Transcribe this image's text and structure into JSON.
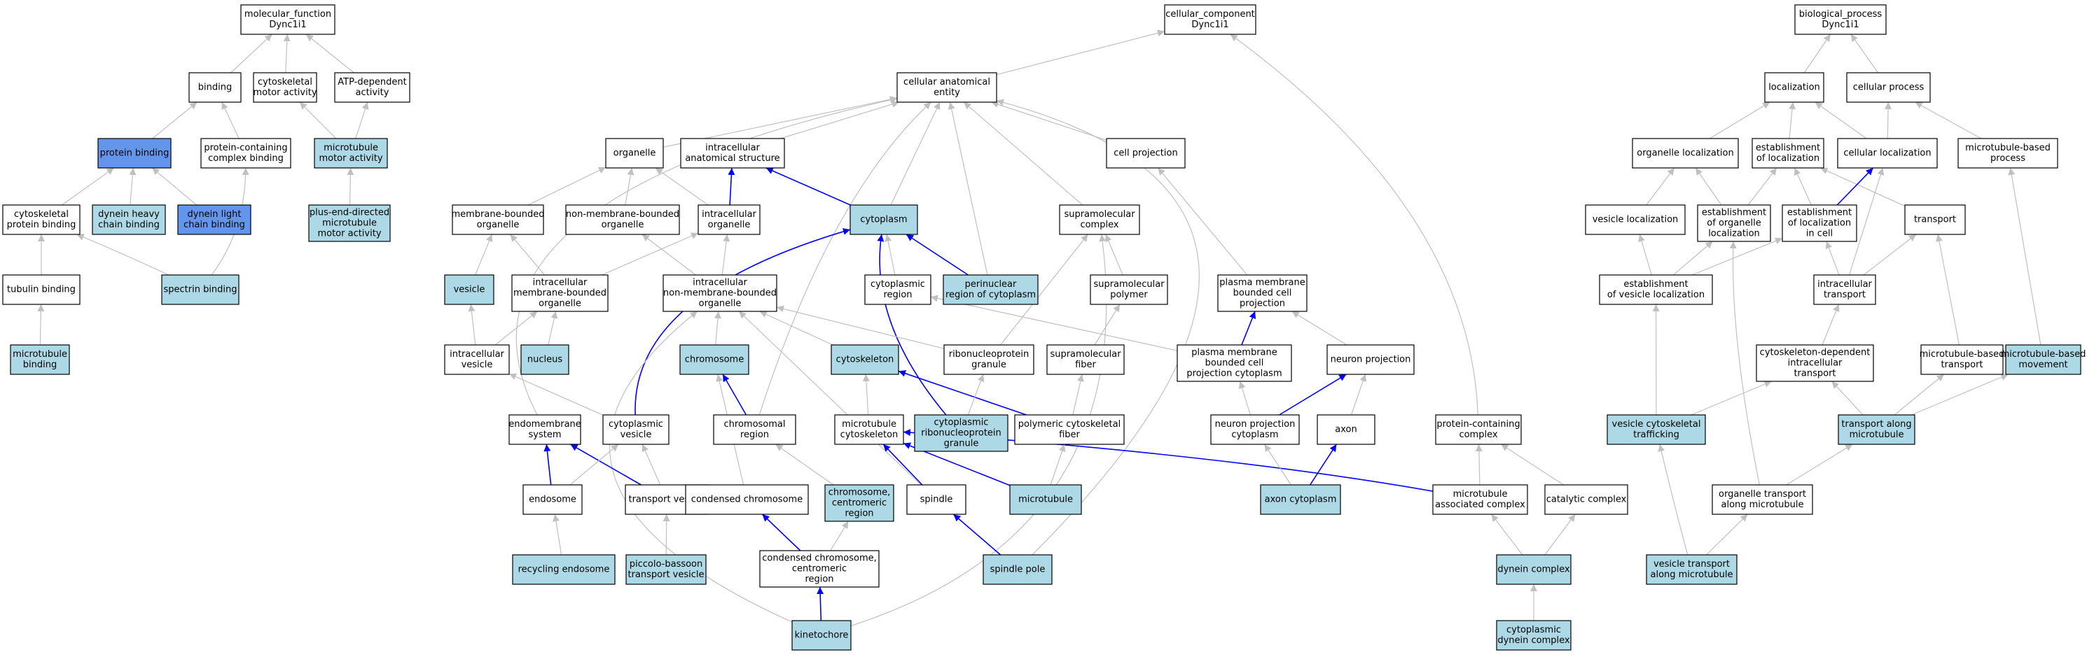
{
  "colors": {
    "plain": "#ffffff",
    "light": "#add8e6",
    "dark": "#6495ed",
    "edge_gray": "#c0c0c0",
    "edge_blue": "#0000ff"
  },
  "nodes": [
    {
      "id": "mf",
      "lines": [
        "molecular_function",
        "Dync1i1"
      ],
      "fill": "plain"
    },
    {
      "id": "binding",
      "lines": [
        "binding"
      ],
      "fill": "plain"
    },
    {
      "id": "cma",
      "lines": [
        "cytoskeletal",
        "motor activity"
      ],
      "fill": "plain"
    },
    {
      "id": "atp",
      "lines": [
        "ATP-dependent",
        "activity"
      ],
      "fill": "plain"
    },
    {
      "id": "pb",
      "lines": [
        "protein binding"
      ],
      "fill": "dark"
    },
    {
      "id": "pccb",
      "lines": [
        "protein-containing",
        "complex binding"
      ],
      "fill": "plain"
    },
    {
      "id": "mma",
      "lines": [
        "microtubule",
        "motor activity"
      ],
      "fill": "light"
    },
    {
      "id": "cpb",
      "lines": [
        "cytoskeletal",
        "protein binding"
      ],
      "fill": "plain"
    },
    {
      "id": "dhcb",
      "lines": [
        "dynein heavy",
        "chain binding"
      ],
      "fill": "light"
    },
    {
      "id": "dlcb",
      "lines": [
        "dynein light",
        "chain binding"
      ],
      "fill": "dark"
    },
    {
      "id": "pema",
      "lines": [
        "plus-end-directed",
        "microtubule",
        "motor activity"
      ],
      "fill": "light"
    },
    {
      "id": "tb",
      "lines": [
        "tubulin binding"
      ],
      "fill": "plain"
    },
    {
      "id": "sb",
      "lines": [
        "spectrin binding"
      ],
      "fill": "light"
    },
    {
      "id": "mb",
      "lines": [
        "microtubule",
        "binding"
      ],
      "fill": "light"
    },
    {
      "id": "cc",
      "lines": [
        "cellular_component",
        "Dync1i1"
      ],
      "fill": "plain"
    },
    {
      "id": "cae",
      "lines": [
        "cellular anatomical",
        "entity"
      ],
      "fill": "plain"
    },
    {
      "id": "org",
      "lines": [
        "organelle"
      ],
      "fill": "plain"
    },
    {
      "id": "ias",
      "lines": [
        "intracellular",
        "anatomical structure"
      ],
      "fill": "plain"
    },
    {
      "id": "cproj",
      "lines": [
        "cell projection"
      ],
      "fill": "plain"
    },
    {
      "id": "mbo",
      "lines": [
        "membrane-bounded",
        "organelle"
      ],
      "fill": "plain"
    },
    {
      "id": "nmbo",
      "lines": [
        "non-membrane-bounded",
        "organelle"
      ],
      "fill": "plain"
    },
    {
      "id": "io",
      "lines": [
        "intracellular",
        "organelle"
      ],
      "fill": "plain"
    },
    {
      "id": "cyto",
      "lines": [
        "cytoplasm"
      ],
      "fill": "light"
    },
    {
      "id": "smc",
      "lines": [
        "supramolecular",
        "complex"
      ],
      "fill": "plain"
    },
    {
      "id": "ves",
      "lines": [
        "vesicle"
      ],
      "fill": "light"
    },
    {
      "id": "imbo",
      "lines": [
        "intracellular",
        "membrane-bounded",
        "organelle"
      ],
      "fill": "plain"
    },
    {
      "id": "inmbo",
      "lines": [
        "intracellular",
        "non-membrane-bounded",
        "organelle"
      ],
      "fill": "plain"
    },
    {
      "id": "creg",
      "lines": [
        "cytoplasmic",
        "region"
      ],
      "fill": "plain"
    },
    {
      "id": "prc",
      "lines": [
        "perinuclear",
        "region of cytoplasm"
      ],
      "fill": "light"
    },
    {
      "id": "smp",
      "lines": [
        "supramolecular",
        "polymer"
      ],
      "fill": "plain"
    },
    {
      "id": "pmbcp",
      "lines": [
        "plasma membrane",
        "bounded cell",
        "projection"
      ],
      "fill": "plain"
    },
    {
      "id": "iv",
      "lines": [
        "intracellular",
        "vesicle"
      ],
      "fill": "plain"
    },
    {
      "id": "nuc",
      "lines": [
        "nucleus"
      ],
      "fill": "light"
    },
    {
      "id": "chr",
      "lines": [
        "chromosome"
      ],
      "fill": "light"
    },
    {
      "id": "csk",
      "lines": [
        "cytoskeleton"
      ],
      "fill": "light"
    },
    {
      "id": "rnpg",
      "lines": [
        "ribonucleoprotein",
        "granule"
      ],
      "fill": "plain"
    },
    {
      "id": "smf",
      "lines": [
        "supramolecular",
        "fiber"
      ],
      "fill": "plain"
    },
    {
      "id": "pmbcpc",
      "lines": [
        "plasma membrane",
        "bounded cell",
        "projection cytoplasm"
      ],
      "fill": "plain"
    },
    {
      "id": "np",
      "lines": [
        "neuron projection"
      ],
      "fill": "plain"
    },
    {
      "id": "ems",
      "lines": [
        "endomembrane",
        "system"
      ],
      "fill": "plain"
    },
    {
      "id": "cv",
      "lines": [
        "cytoplasmic",
        "vesicle"
      ],
      "fill": "plain"
    },
    {
      "id": "chreg",
      "lines": [
        "chromosomal",
        "region"
      ],
      "fill": "plain"
    },
    {
      "id": "mtc",
      "lines": [
        "microtubule",
        "cytoskeleton"
      ],
      "fill": "plain"
    },
    {
      "id": "crnpg",
      "lines": [
        "cytoplasmic",
        "ribonucleoprotein",
        "granule"
      ],
      "fill": "light"
    },
    {
      "id": "pcf",
      "lines": [
        "polymeric cytoskeletal",
        "fiber"
      ],
      "fill": "plain"
    },
    {
      "id": "npc",
      "lines": [
        "neuron projection",
        "cytoplasm"
      ],
      "fill": "plain"
    },
    {
      "id": "axon",
      "lines": [
        "axon"
      ],
      "fill": "plain"
    },
    {
      "id": "pcc",
      "lines": [
        "protein-containing",
        "complex"
      ],
      "fill": "plain"
    },
    {
      "id": "endo",
      "lines": [
        "endosome"
      ],
      "fill": "plain"
    },
    {
      "id": "tv",
      "lines": [
        "transport vesicle"
      ],
      "fill": "plain"
    },
    {
      "id": "cchr",
      "lines": [
        "condensed chromosome"
      ],
      "fill": "plain"
    },
    {
      "id": "chrcr",
      "lines": [
        "chromosome,",
        "centromeric",
        "region"
      ],
      "fill": "light"
    },
    {
      "id": "spindle",
      "lines": [
        "spindle"
      ],
      "fill": "plain"
    },
    {
      "id": "mt",
      "lines": [
        "microtubule"
      ],
      "fill": "light"
    },
    {
      "id": "axcyt",
      "lines": [
        "axon cytoplasm"
      ],
      "fill": "light"
    },
    {
      "id": "mac",
      "lines": [
        "microtubule",
        "associated complex"
      ],
      "fill": "plain"
    },
    {
      "id": "catc",
      "lines": [
        "catalytic complex"
      ],
      "fill": "plain"
    },
    {
      "id": "re",
      "lines": [
        "recycling endosome"
      ],
      "fill": "light"
    },
    {
      "id": "pbtv",
      "lines": [
        "piccolo-bassoon",
        "transport vesicle"
      ],
      "fill": "light"
    },
    {
      "id": "cchrcr",
      "lines": [
        "condensed chromosome,",
        "centromeric",
        "region"
      ],
      "fill": "plain"
    },
    {
      "id": "sp",
      "lines": [
        "spindle pole"
      ],
      "fill": "light"
    },
    {
      "id": "dc",
      "lines": [
        "dynein complex"
      ],
      "fill": "light"
    },
    {
      "id": "kin",
      "lines": [
        "kinetochore"
      ],
      "fill": "light"
    },
    {
      "id": "cdc",
      "lines": [
        "cytoplasmic",
        "dynein complex"
      ],
      "fill": "light"
    },
    {
      "id": "bp",
      "lines": [
        "biological_process",
        "Dync1i1"
      ],
      "fill": "plain"
    },
    {
      "id": "loc",
      "lines": [
        "localization"
      ],
      "fill": "plain"
    },
    {
      "id": "cp",
      "lines": [
        "cellular process"
      ],
      "fill": "plain"
    },
    {
      "id": "ol",
      "lines": [
        "organelle localization"
      ],
      "fill": "plain"
    },
    {
      "id": "eol",
      "lines": [
        "establishment",
        "of localization"
      ],
      "fill": "plain"
    },
    {
      "id": "cl",
      "lines": [
        "cellular localization"
      ],
      "fill": "plain"
    },
    {
      "id": "mbp",
      "lines": [
        "microtubule-based",
        "process"
      ],
      "fill": "plain"
    },
    {
      "id": "vl",
      "lines": [
        "vesicle localization"
      ],
      "fill": "plain"
    },
    {
      "id": "eoorgl",
      "lines": [
        "establishment",
        "of organelle",
        "localization"
      ],
      "fill": "plain"
    },
    {
      "id": "elic",
      "lines": [
        "establishment",
        "of localization",
        "in cell"
      ],
      "fill": "plain"
    },
    {
      "id": "transport",
      "lines": [
        "transport"
      ],
      "fill": "plain"
    },
    {
      "id": "evl",
      "lines": [
        "establishment",
        "of vesicle localization"
      ],
      "fill": "plain"
    },
    {
      "id": "it",
      "lines": [
        "intracellular",
        "transport"
      ],
      "fill": "plain"
    },
    {
      "id": "cdit",
      "lines": [
        "cytoskeleton-dependent",
        "intracellular",
        "transport"
      ],
      "fill": "plain"
    },
    {
      "id": "mbt",
      "lines": [
        "microtubule-based",
        "transport"
      ],
      "fill": "plain"
    },
    {
      "id": "mbm",
      "lines": [
        "microtubule-based",
        "movement"
      ],
      "fill": "light"
    },
    {
      "id": "vct",
      "lines": [
        "vesicle cytoskeletal",
        "trafficking"
      ],
      "fill": "light"
    },
    {
      "id": "tam",
      "lines": [
        "transport along",
        "microtubule"
      ],
      "fill": "light"
    },
    {
      "id": "otam",
      "lines": [
        "organelle transport",
        "along microtubule"
      ],
      "fill": "plain"
    },
    {
      "id": "vtam",
      "lines": [
        "vesicle transport",
        "along microtubule"
      ],
      "fill": "light"
    }
  ],
  "edges": [
    {
      "from": "binding",
      "to": "mf",
      "color": "gray"
    },
    {
      "from": "cma",
      "to": "mf",
      "color": "gray"
    },
    {
      "from": "atp",
      "to": "mf",
      "color": "gray"
    },
    {
      "from": "pb",
      "to": "binding",
      "color": "gray"
    },
    {
      "from": "pccb",
      "to": "binding",
      "color": "gray"
    },
    {
      "from": "mma",
      "to": "cma",
      "color": "gray"
    },
    {
      "from": "mma",
      "to": "atp",
      "color": "gray"
    },
    {
      "from": "cpb",
      "to": "pb",
      "color": "gray"
    },
    {
      "from": "dhcb",
      "to": "pb",
      "color": "gray"
    },
    {
      "from": "dlcb",
      "to": "pb",
      "color": "gray"
    },
    {
      "from": "pema",
      "to": "mma",
      "color": "gray"
    },
    {
      "from": "tb",
      "to": "cpb",
      "color": "gray"
    },
    {
      "from": "sb",
      "to": "cpb",
      "color": "gray"
    },
    {
      "from": "sb",
      "to": "pccb",
      "color": "gray"
    },
    {
      "from": "mb",
      "to": "tb",
      "color": "gray"
    },
    {
      "from": "cae",
      "to": "cc",
      "color": "gray"
    },
    {
      "from": "pcc",
      "to": "cc",
      "color": "gray"
    },
    {
      "from": "org",
      "to": "cae",
      "color": "gray"
    },
    {
      "from": "ias",
      "to": "cae",
      "color": "gray"
    },
    {
      "from": "cproj",
      "to": "cae",
      "color": "gray"
    },
    {
      "from": "cyto",
      "to": "cae",
      "color": "gray"
    },
    {
      "from": "smc",
      "to": "cae",
      "color": "gray"
    },
    {
      "from": "prc",
      "to": "cae",
      "color": "gray"
    },
    {
      "from": "ems",
      "to": "cae",
      "color": "gray"
    },
    {
      "from": "chreg",
      "to": "cae",
      "color": "gray"
    },
    {
      "from": "sp",
      "to": "cae",
      "color": "gray"
    },
    {
      "from": "mbo",
      "to": "org",
      "color": "gray"
    },
    {
      "from": "nmbo",
      "to": "org",
      "color": "gray"
    },
    {
      "from": "io",
      "to": "org",
      "color": "gray"
    },
    {
      "from": "io",
      "to": "ias",
      "color": "blue"
    },
    {
      "from": "cyto",
      "to": "ias",
      "color": "blue"
    },
    {
      "from": "ves",
      "to": "mbo",
      "color": "gray"
    },
    {
      "from": "imbo",
      "to": "mbo",
      "color": "gray"
    },
    {
      "from": "imbo",
      "to": "io",
      "color": "gray"
    },
    {
      "from": "inmbo",
      "to": "nmbo",
      "color": "gray"
    },
    {
      "from": "inmbo",
      "to": "io",
      "color": "gray"
    },
    {
      "from": "creg",
      "to": "cyto",
      "color": "gray"
    },
    {
      "from": "prc",
      "to": "cyto",
      "color": "blue"
    },
    {
      "from": "cv",
      "to": "cyto",
      "color": "blue"
    },
    {
      "from": "crnpg",
      "to": "cyto",
      "color": "blue"
    },
    {
      "from": "smp",
      "to": "smc",
      "color": "gray"
    },
    {
      "from": "rnpg",
      "to": "smc",
      "color": "gray"
    },
    {
      "from": "kin",
      "to": "smc",
      "color": "gray"
    },
    {
      "from": "pmbcp",
      "to": "cproj",
      "color": "gray"
    },
    {
      "from": "iv",
      "to": "ves",
      "color": "gray"
    },
    {
      "from": "iv",
      "to": "imbo",
      "color": "gray"
    },
    {
      "from": "nuc",
      "to": "imbo",
      "color": "gray"
    },
    {
      "from": "chr",
      "to": "inmbo",
      "color": "gray"
    },
    {
      "from": "csk",
      "to": "inmbo",
      "color": "gray"
    },
    {
      "from": "rnpg",
      "to": "inmbo",
      "color": "gray"
    },
    {
      "from": "spindle",
      "to": "inmbo",
      "color": "gray"
    },
    {
      "from": "kin",
      "to": "inmbo",
      "color": "gray"
    },
    {
      "from": "pmbcpc",
      "to": "creg",
      "color": "gray"
    },
    {
      "from": "smf",
      "to": "smp",
      "color": "gray"
    },
    {
      "from": "pmbcpc",
      "to": "pmbcp",
      "color": "blue"
    },
    {
      "from": "np",
      "to": "pmbcp",
      "color": "gray"
    },
    {
      "from": "cv",
      "to": "iv",
      "color": "gray"
    },
    {
      "from": "chreg",
      "to": "chr",
      "color": "blue"
    },
    {
      "from": "cchr",
      "to": "chr",
      "color": "gray"
    },
    {
      "from": "mtc",
      "to": "csk",
      "color": "gray"
    },
    {
      "from": "pcf",
      "to": "csk",
      "color": "blue"
    },
    {
      "from": "crnpg",
      "to": "rnpg",
      "color": "gray"
    },
    {
      "from": "pcf",
      "to": "smf",
      "color": "gray"
    },
    {
      "from": "npc",
      "to": "pmbcpc",
      "color": "gray"
    },
    {
      "from": "npc",
      "to": "np",
      "color": "blue"
    },
    {
      "from": "axon",
      "to": "np",
      "color": "gray"
    },
    {
      "from": "endo",
      "to": "ems",
      "color": "blue"
    },
    {
      "from": "tv",
      "to": "ems",
      "color": "blue"
    },
    {
      "from": "endo",
      "to": "cv",
      "color": "gray"
    },
    {
      "from": "tv",
      "to": "cv",
      "color": "gray"
    },
    {
      "from": "chrcr",
      "to": "chreg",
      "color": "gray"
    },
    {
      "from": "spindle",
      "to": "mtc",
      "color": "blue"
    },
    {
      "from": "mt",
      "to": "mtc",
      "color": "blue"
    },
    {
      "from": "mac",
      "to": "mtc",
      "color": "blue"
    },
    {
      "from": "mt",
      "to": "pcf",
      "color": "gray"
    },
    {
      "from": "axcyt",
      "to": "npc",
      "color": "gray"
    },
    {
      "from": "axcyt",
      "to": "axon",
      "color": "blue"
    },
    {
      "from": "mac",
      "to": "pcc",
      "color": "gray"
    },
    {
      "from": "catc",
      "to": "pcc",
      "color": "gray"
    },
    {
      "from": "re",
      "to": "endo",
      "color": "gray"
    },
    {
      "from": "pbtv",
      "to": "tv",
      "color": "gray"
    },
    {
      "from": "cchrcr",
      "to": "cchr",
      "color": "blue"
    },
    {
      "from": "cchrcr",
      "to": "chrcr",
      "color": "gray"
    },
    {
      "from": "sp",
      "to": "spindle",
      "color": "blue"
    },
    {
      "from": "kin",
      "to": "cchrcr",
      "color": "blue"
    },
    {
      "from": "dc",
      "to": "mac",
      "color": "gray"
    },
    {
      "from": "dc",
      "to": "catc",
      "color": "gray"
    },
    {
      "from": "cdc",
      "to": "dc",
      "color": "gray"
    },
    {
      "from": "loc",
      "to": "bp",
      "color": "gray"
    },
    {
      "from": "cp",
      "to": "bp",
      "color": "gray"
    },
    {
      "from": "ol",
      "to": "loc",
      "color": "gray"
    },
    {
      "from": "eol",
      "to": "loc",
      "color": "gray"
    },
    {
      "from": "cl",
      "to": "loc",
      "color": "gray"
    },
    {
      "from": "cl",
      "to": "cp",
      "color": "gray"
    },
    {
      "from": "mbp",
      "to": "cp",
      "color": "gray"
    },
    {
      "from": "vl",
      "to": "ol",
      "color": "gray"
    },
    {
      "from": "eoorgl",
      "to": "ol",
      "color": "gray"
    },
    {
      "from": "eoorgl",
      "to": "eol",
      "color": "gray"
    },
    {
      "from": "elic",
      "to": "eol",
      "color": "gray"
    },
    {
      "from": "transport",
      "to": "eol",
      "color": "gray"
    },
    {
      "from": "elic",
      "to": "cl",
      "color": "blue"
    },
    {
      "from": "it",
      "to": "cl",
      "color": "gray"
    },
    {
      "from": "evl",
      "to": "vl",
      "color": "gray"
    },
    {
      "from": "evl",
      "to": "eoorgl",
      "color": "gray"
    },
    {
      "from": "evl",
      "to": "elic",
      "color": "gray"
    },
    {
      "from": "it",
      "to": "elic",
      "color": "gray"
    },
    {
      "from": "it",
      "to": "transport",
      "color": "gray"
    },
    {
      "from": "mbt",
      "to": "transport",
      "color": "gray"
    },
    {
      "from": "mbm",
      "to": "mbp",
      "color": "gray"
    },
    {
      "from": "vct",
      "to": "evl",
      "color": "gray"
    },
    {
      "from": "cdit",
      "to": "it",
      "color": "gray"
    },
    {
      "from": "vct",
      "to": "cdit",
      "color": "gray"
    },
    {
      "from": "tam",
      "to": "cdit",
      "color": "gray"
    },
    {
      "from": "tam",
      "to": "mbt",
      "color": "gray"
    },
    {
      "from": "tam",
      "to": "mbm",
      "color": "gray"
    },
    {
      "from": "otam",
      "to": "tam",
      "color": "gray"
    },
    {
      "from": "otam",
      "to": "eoorgl",
      "color": "gray"
    },
    {
      "from": "vtam",
      "to": "vct",
      "color": "gray"
    },
    {
      "from": "vtam",
      "to": "otam",
      "color": "gray"
    }
  ]
}
